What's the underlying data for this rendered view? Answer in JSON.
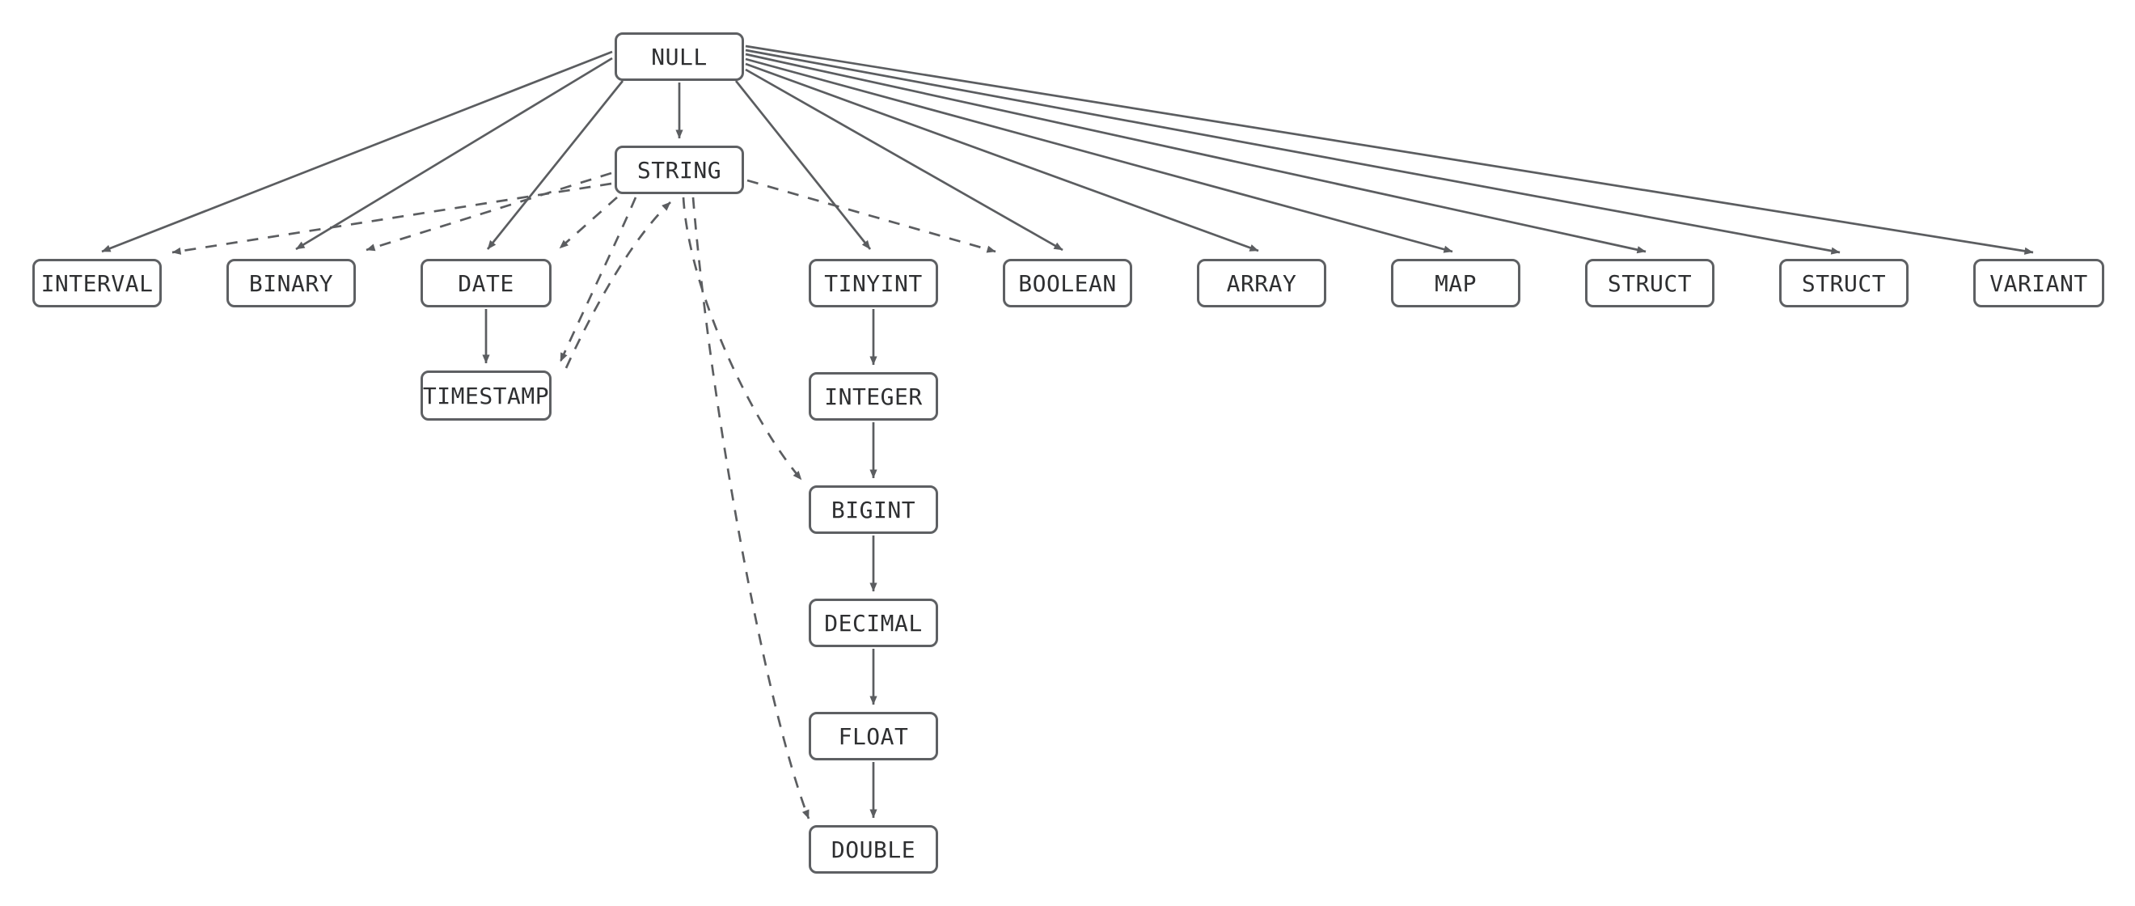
{
  "diagram": {
    "kind": "type-precedence-graph",
    "background_color": "#ffffff",
    "node_border_color": "#5e6063",
    "edge_color": "#5b5d60",
    "text_color": "#2e2f31",
    "nodes": [
      {
        "id": "null",
        "label": "NULL"
      },
      {
        "id": "string",
        "label": "STRING"
      },
      {
        "id": "interval",
        "label": "INTERVAL"
      },
      {
        "id": "binary",
        "label": "BINARY"
      },
      {
        "id": "date",
        "label": "DATE"
      },
      {
        "id": "tinyint",
        "label": "TINYINT"
      },
      {
        "id": "boolean",
        "label": "BOOLEAN"
      },
      {
        "id": "array",
        "label": "ARRAY"
      },
      {
        "id": "map",
        "label": "MAP"
      },
      {
        "id": "struct1",
        "label": "STRUCT"
      },
      {
        "id": "struct2",
        "label": "STRUCT"
      },
      {
        "id": "variant",
        "label": "VARIANT"
      },
      {
        "id": "timestamp",
        "label": "TIMESTAMP"
      },
      {
        "id": "integer",
        "label": "INTEGER"
      },
      {
        "id": "bigint",
        "label": "BIGINT"
      },
      {
        "id": "decimal",
        "label": "DECIMAL"
      },
      {
        "id": "float",
        "label": "FLOAT"
      },
      {
        "id": "double",
        "label": "DOUBLE"
      }
    ],
    "edges": [
      {
        "from": "null",
        "to": "string",
        "style": "solid"
      },
      {
        "from": "null",
        "to": "interval",
        "style": "solid"
      },
      {
        "from": "null",
        "to": "binary",
        "style": "solid"
      },
      {
        "from": "null",
        "to": "date",
        "style": "solid"
      },
      {
        "from": "null",
        "to": "tinyint",
        "style": "solid"
      },
      {
        "from": "null",
        "to": "boolean",
        "style": "solid"
      },
      {
        "from": "null",
        "to": "array",
        "style": "solid"
      },
      {
        "from": "null",
        "to": "map",
        "style": "solid"
      },
      {
        "from": "null",
        "to": "struct1",
        "style": "solid"
      },
      {
        "from": "null",
        "to": "struct2",
        "style": "solid"
      },
      {
        "from": "null",
        "to": "variant",
        "style": "solid"
      },
      {
        "from": "date",
        "to": "timestamp",
        "style": "solid"
      },
      {
        "from": "tinyint",
        "to": "integer",
        "style": "solid"
      },
      {
        "from": "integer",
        "to": "bigint",
        "style": "solid"
      },
      {
        "from": "bigint",
        "to": "decimal",
        "style": "solid"
      },
      {
        "from": "decimal",
        "to": "float",
        "style": "solid"
      },
      {
        "from": "float",
        "to": "double",
        "style": "solid"
      },
      {
        "from": "string",
        "to": "interval",
        "style": "dashed"
      },
      {
        "from": "string",
        "to": "binary",
        "style": "dashed"
      },
      {
        "from": "string",
        "to": "date",
        "style": "dashed"
      },
      {
        "from": "string",
        "to": "timestamp",
        "style": "dashed"
      },
      {
        "from": "timestamp",
        "to": "string",
        "style": "dashed"
      },
      {
        "from": "string",
        "to": "boolean",
        "style": "dashed"
      },
      {
        "from": "string",
        "to": "bigint",
        "style": "dashed"
      },
      {
        "from": "string",
        "to": "double",
        "style": "dashed"
      }
    ]
  }
}
